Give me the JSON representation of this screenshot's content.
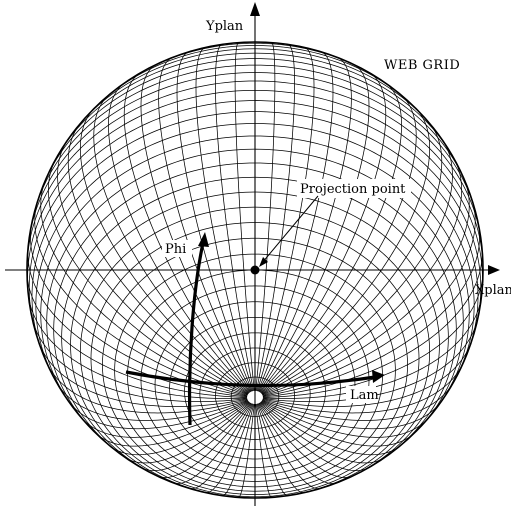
{
  "title": "WEB  GRID",
  "axes": {
    "x_label": "Xplan",
    "y_label": "Yplan"
  },
  "annotations": {
    "projection_point": "Projection point",
    "phi": "Phi",
    "lam": "Lam"
  },
  "colors": {
    "line": "#000000",
    "background": "#ffffff"
  }
}
